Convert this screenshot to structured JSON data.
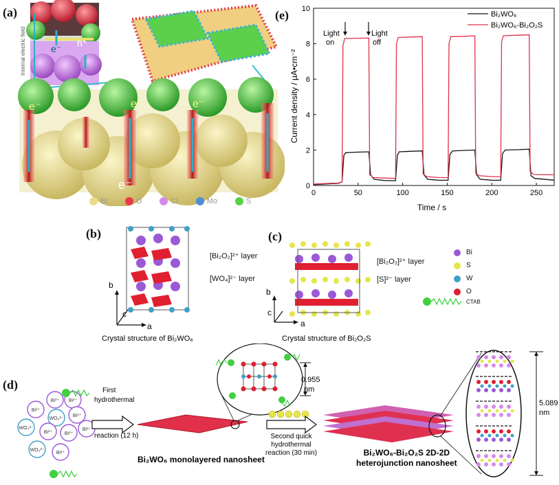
{
  "panels": {
    "a": {
      "label": "(a)",
      "side_text": "Internal electric field",
      "legend": [
        {
          "name": "Bi",
          "color": "#e8dc8c"
        },
        {
          "name": "O",
          "color": "#e83a4a"
        },
        {
          "name": "Cl",
          "color": "#d58ae8"
        },
        {
          "name": "Mo",
          "color": "#4a8fd8"
        },
        {
          "name": "S",
          "color": "#5cd04a"
        }
      ]
    },
    "b": {
      "label": "(b)",
      "layer1": "[Bi₂O₂]²⁺ layer",
      "layer2": "[WO₄]²⁻ layer",
      "axis_b": "b",
      "axis_c": "c",
      "axis_a": "a",
      "caption": "Crystal structure of Bi₂WO₆"
    },
    "c": {
      "label": "(c)",
      "layer1": "[Bi₂O₂]²⁺ layer",
      "layer2": "[S]²⁻ layer",
      "axis_b": "b",
      "axis_c": "c",
      "axis_a": "a",
      "caption": "Crystal structure of Bi₂O₂S",
      "legend": [
        {
          "name": "Bi",
          "color": "#9b59d6"
        },
        {
          "name": "S",
          "color": "#e6e64a"
        },
        {
          "name": "W",
          "color": "#3fa0c8"
        },
        {
          "name": "O",
          "color": "#e02030"
        },
        {
          "name": "CTAB",
          "color": "#40d040"
        }
      ]
    },
    "d": {
      "label": "(d)",
      "step1_line1": "First",
      "step1_line2": "hydrothermal",
      "step1_line3": "reaction (12 h)",
      "ions": [
        "Bi³⁺",
        "Bi³⁺",
        "Bi³⁺",
        "WO₄²⁻",
        "Bi³⁺",
        "WO₄²⁻",
        "Bi³⁺",
        "Bi³⁺",
        "Bi³⁺",
        "WO₄²⁻",
        "Bi³⁺"
      ],
      "sheet1_label": "Bi₂WO₆ monolayered nanosheet",
      "step2_line1": "Second quick",
      "step2_line2": "hydrothermal",
      "step2_line3": "reaction (30 min)",
      "sheet2_line1": "Bi₂WO₆-Bi₂O₂S 2D-2D",
      "sheet2_line2": "heterojunction nanosheet",
      "thickness1_value": "0.955",
      "thickness1_unit": "nm",
      "thickness2_value": "5.089",
      "thickness2_unit": "nm"
    },
    "e": {
      "label": "(e)",
      "light_on_1": "Light",
      "light_on_2": "on",
      "light_off_1": "Light",
      "light_off_2": "off"
    }
  },
  "chart_data": {
    "type": "line",
    "xlabel": "Time / s",
    "ylabel": "Current density / μA•cm⁻²",
    "xlim": [
      0,
      270
    ],
    "ylim": [
      0,
      10
    ],
    "xticks": [
      0,
      50,
      100,
      150,
      200,
      250
    ],
    "yticks": [
      0,
      2,
      4,
      6,
      8,
      10
    ],
    "legend_position": "top-right",
    "series": [
      {
        "name": "Bi₂WO₆",
        "color": "#111111",
        "points": [
          [
            0,
            0.05
          ],
          [
            28,
            0.12
          ],
          [
            32,
            0.2
          ],
          [
            34,
            1.7
          ],
          [
            36,
            1.85
          ],
          [
            48,
            1.88
          ],
          [
            62,
            1.9
          ],
          [
            64,
            0.6
          ],
          [
            68,
            0.35
          ],
          [
            80,
            0.28
          ],
          [
            92,
            0.27
          ],
          [
            94,
            1.7
          ],
          [
            96,
            1.9
          ],
          [
            110,
            1.93
          ],
          [
            122,
            1.95
          ],
          [
            124,
            0.6
          ],
          [
            128,
            0.35
          ],
          [
            140,
            0.3
          ],
          [
            151,
            0.29
          ],
          [
            153,
            1.75
          ],
          [
            156,
            1.95
          ],
          [
            170,
            1.98
          ],
          [
            181,
            2.0
          ],
          [
            183,
            0.6
          ],
          [
            187,
            0.35
          ],
          [
            200,
            0.3
          ],
          [
            210,
            0.29
          ],
          [
            212,
            1.8
          ],
          [
            215,
            2.0
          ],
          [
            230,
            2.02
          ],
          [
            242,
            2.05
          ],
          [
            244,
            0.55
          ],
          [
            248,
            0.4
          ],
          [
            270,
            0.3
          ]
        ]
      },
      {
        "name": "Bi₂WO₆-Bi₂O₂S",
        "color": "#e0304a",
        "points": [
          [
            0,
            0.08
          ],
          [
            28,
            0.14
          ],
          [
            32,
            0.2
          ],
          [
            33,
            7.9
          ],
          [
            35,
            8.3
          ],
          [
            48,
            8.3
          ],
          [
            62,
            8.32
          ],
          [
            63,
            0.6
          ],
          [
            67,
            0.45
          ],
          [
            80,
            0.42
          ],
          [
            92,
            0.4
          ],
          [
            93,
            8.0
          ],
          [
            95,
            8.35
          ],
          [
            110,
            8.38
          ],
          [
            122,
            8.4
          ],
          [
            123,
            0.65
          ],
          [
            127,
            0.5
          ],
          [
            140,
            0.45
          ],
          [
            151,
            0.44
          ],
          [
            152,
            8.0
          ],
          [
            154,
            8.4
          ],
          [
            170,
            8.42
          ],
          [
            181,
            8.45
          ],
          [
            182,
            0.7
          ],
          [
            186,
            0.55
          ],
          [
            200,
            0.5
          ],
          [
            210,
            0.5
          ],
          [
            211,
            8.1
          ],
          [
            213,
            8.45
          ],
          [
            230,
            8.48
          ],
          [
            242,
            8.5
          ],
          [
            243,
            0.8
          ],
          [
            247,
            0.62
          ],
          [
            270,
            0.6
          ]
        ]
      }
    ]
  }
}
